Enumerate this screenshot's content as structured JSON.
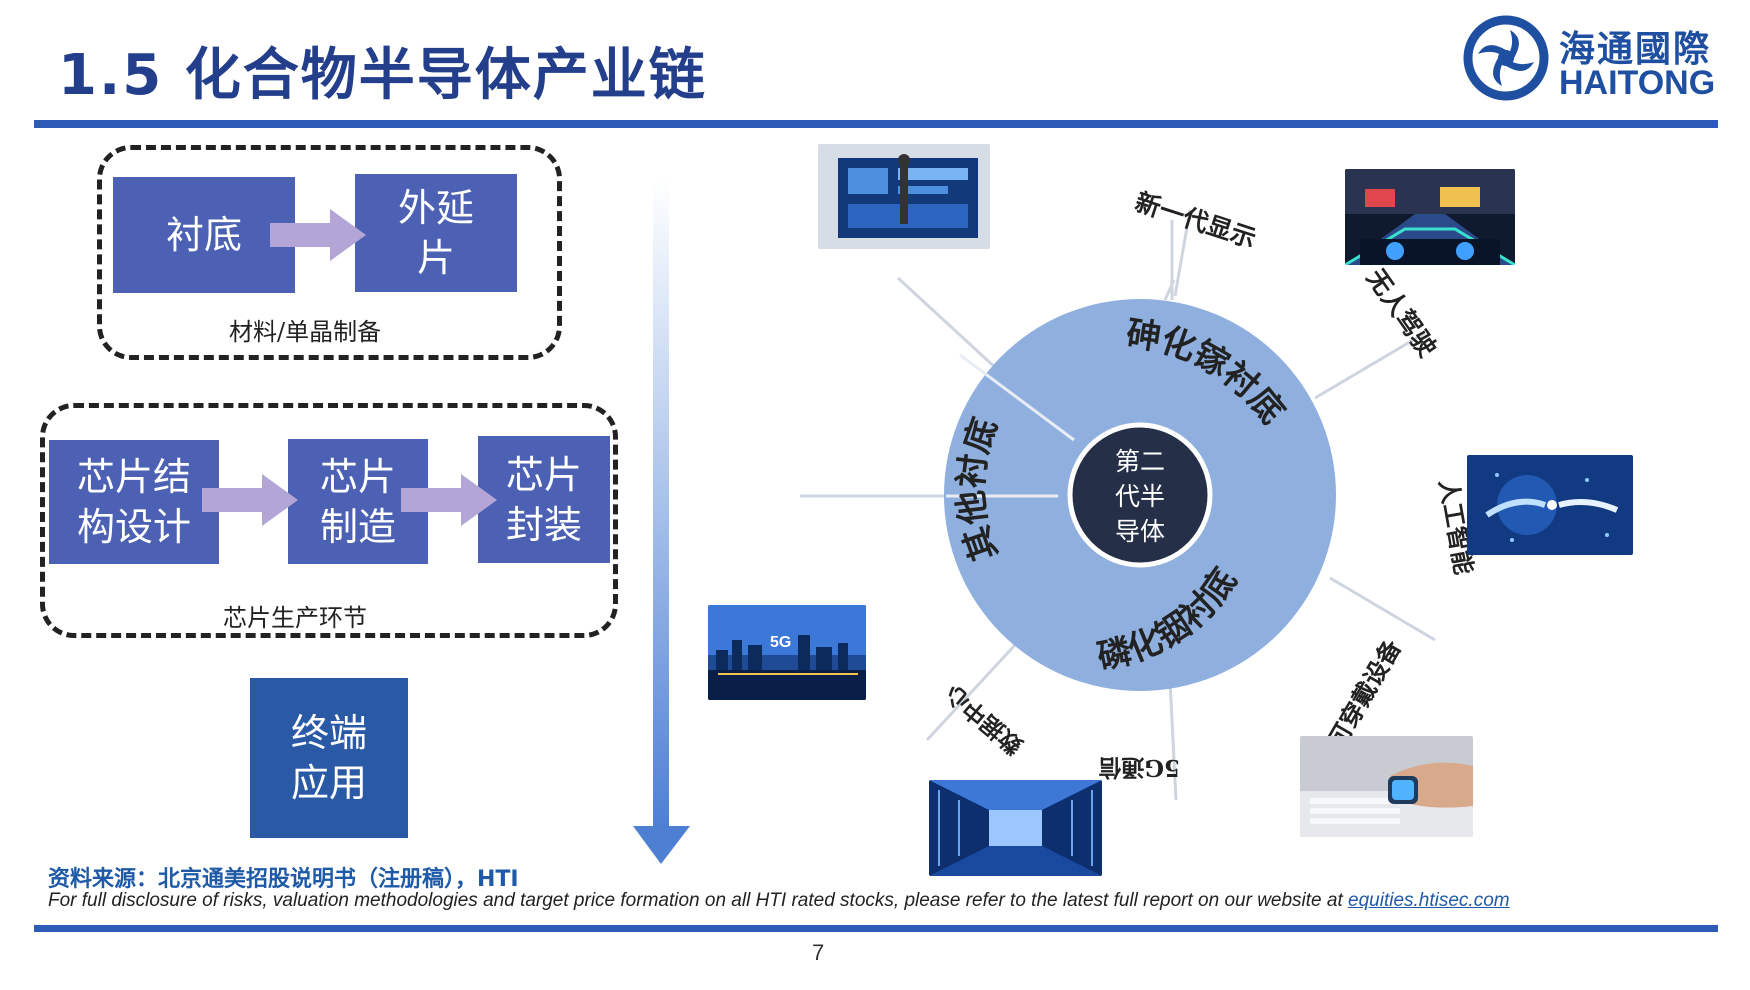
{
  "header": {
    "title": "1.5 化合物半导体产业链",
    "logo_cn": "海通國際",
    "logo_en": "HAITONG"
  },
  "left_panel": {
    "material_group": {
      "boxes": [
        "衬底",
        "外延\n片"
      ],
      "caption": "材料/单晶制备"
    },
    "chip_group": {
      "boxes": [
        "芯片结\n构设计",
        "芯片\n制造",
        "芯片\n封装"
      ],
      "caption": "芯片生产环节"
    },
    "terminal_box": "终端\n应用"
  },
  "wheel": {
    "center_label": [
      "第二",
      "代半",
      "导体"
    ],
    "ring_labels": {
      "gaas": "砷化镓衬底",
      "inp": "磷化铟衬底",
      "other": "其他衬底"
    },
    "applications": {
      "display": "新一代显示",
      "autonomous": "无人驾驶",
      "ai": "人工智能",
      "wearable": "可穿戴设备",
      "comm5g": "5G通信",
      "datacenter": "数据中心"
    },
    "photo_text_5g": "5G"
  },
  "colors": {
    "title_blue": "#233e8b",
    "rule_blue": "#2e5bb8",
    "box_blue": "#4c61b3",
    "ring_blue": "#8fb0df",
    "center_navy": "#253048",
    "arrow_purple": "#b3a6d6"
  },
  "footer": {
    "source": "资料来源：北京通美招股说明书（注册稿），HTI",
    "disclaimer": "For full disclosure of risks, valuation methodologies and target price formation on all HTI rated stocks, please refer to the latest full report on our website at",
    "link": "equities.htisec.com",
    "page": "7"
  }
}
